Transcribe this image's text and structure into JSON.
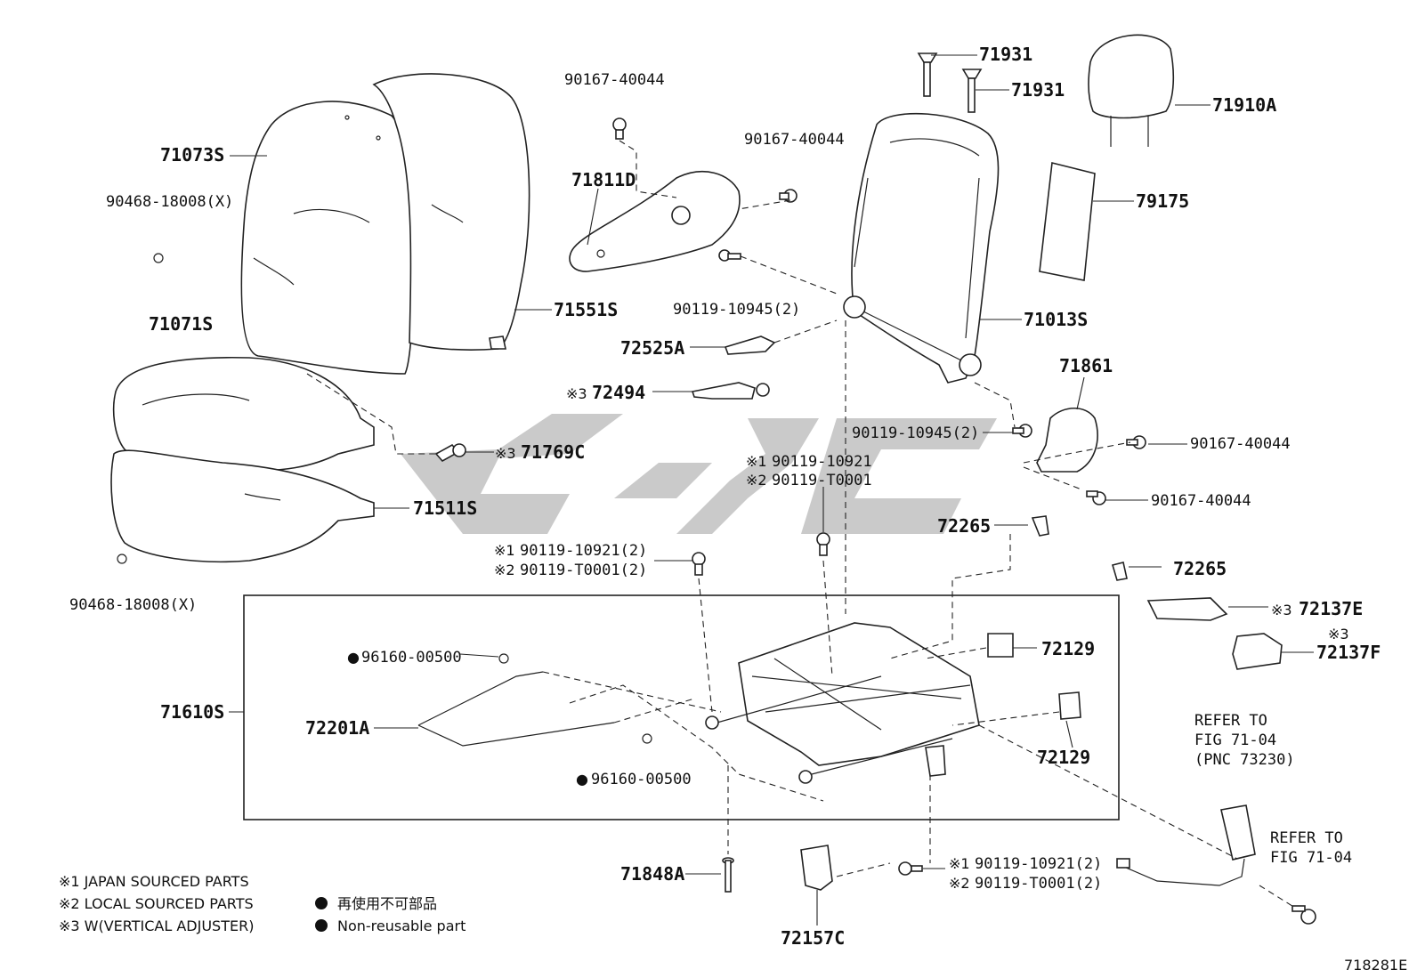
{
  "diagram_id": "718281E",
  "callouts": {
    "seat_back_cover": "71073S",
    "clip_top": "90468-18008(X)",
    "seat_back_pad": "71551S",
    "seat_cushion_cover": "71071S",
    "seat_cushion_pad": "71511S",
    "clip_bottom": "90468-18008(X)",
    "knob_71769c": "71769C",
    "bolt_a": "90167-40044",
    "bolt_b": "90167-40044",
    "cover_71811d": "71811D",
    "screw_90119_10945_a": "90119-10945(2)",
    "lever_72525a": "72525A",
    "lever_72494": "72494",
    "guide_71931_a": "71931",
    "guide_71931_b": "71931",
    "headrest": "71910A",
    "board_79175": "79175",
    "frame_71013s": "71013S",
    "cover_71861": "71861",
    "screw_90119_10945_b": "90119-10945(2)",
    "bolt_c": "90167-40044",
    "bolt_d": "90167-40044",
    "bolt_center_1": "90119-10921",
    "bolt_center_2": "90119-T0001",
    "bolt_left_1": "90119-10921(2)",
    "bolt_left_2": "90119-T0001(2)",
    "clip_72265_a": "72265",
    "clip_72265_b": "72265",
    "cover_72137e": "72137E",
    "cover_72137f": "72137F",
    "adjuster_71610s": "71610S",
    "washer_top": "96160-00500",
    "wire_72201a": "72201A",
    "washer_bottom": "96160-00500",
    "cap_72129_a": "72129",
    "cap_72129_b": "72129",
    "pin_71848a": "71848A",
    "cover_72157c": "72157C",
    "bolt_bottom_1": "90119-10921(2)",
    "bolt_bottom_2": "90119-T0001(2)",
    "refer_a_line1": "REFER TO",
    "refer_a_line2": "FIG 71-04",
    "refer_a_line3": "(PNC 73230)",
    "refer_b_line1": "REFER TO",
    "refer_b_line2": "FIG 71-04"
  },
  "marks": {
    "note1": "※1",
    "note2": "※2",
    "note3": "※3",
    "nonreusable": "●"
  },
  "legend": {
    "line1": "※1 JAPAN SOURCED PARTS",
    "line2": "※2 LOCAL SOURCED PARTS",
    "line3": "※3 W(VERTICAL ADJUSTER)",
    "jp": "再使用不可部品",
    "en": "Non-reusable part"
  },
  "colors": {
    "ink": "#222222",
    "watermark": "#b8b8b8"
  }
}
